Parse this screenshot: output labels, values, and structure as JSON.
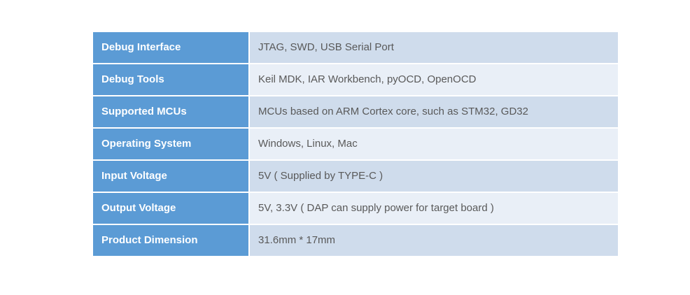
{
  "table": {
    "rows": [
      {
        "label": "Debug Interface",
        "value": "JTAG, SWD, USB Serial Port"
      },
      {
        "label": "Debug Tools",
        "value": "Keil MDK, IAR Workbench, pyOCD, OpenOCD"
      },
      {
        "label": "Supported MCUs",
        "value": "MCUs based on ARM Cortex core, such as STM32, GD32"
      },
      {
        "label": "Operating System",
        "value": "Windows, Linux, Mac"
      },
      {
        "label": "Input Voltage",
        "value": "5V ( Supplied by TYPE-C )"
      },
      {
        "label": "Output Voltage",
        "value": "5V, 3.3V ( DAP can supply power for target board )"
      },
      {
        "label": "Product Dimension",
        "value": "31.6mm * 17mm"
      }
    ],
    "colors": {
      "label_bg": "#5B9BD5",
      "label_text": "#FFFFFF",
      "row_odd_bg": "#CFDCEC",
      "row_even_bg": "#E9EFF7",
      "value_text": "#595959"
    }
  }
}
